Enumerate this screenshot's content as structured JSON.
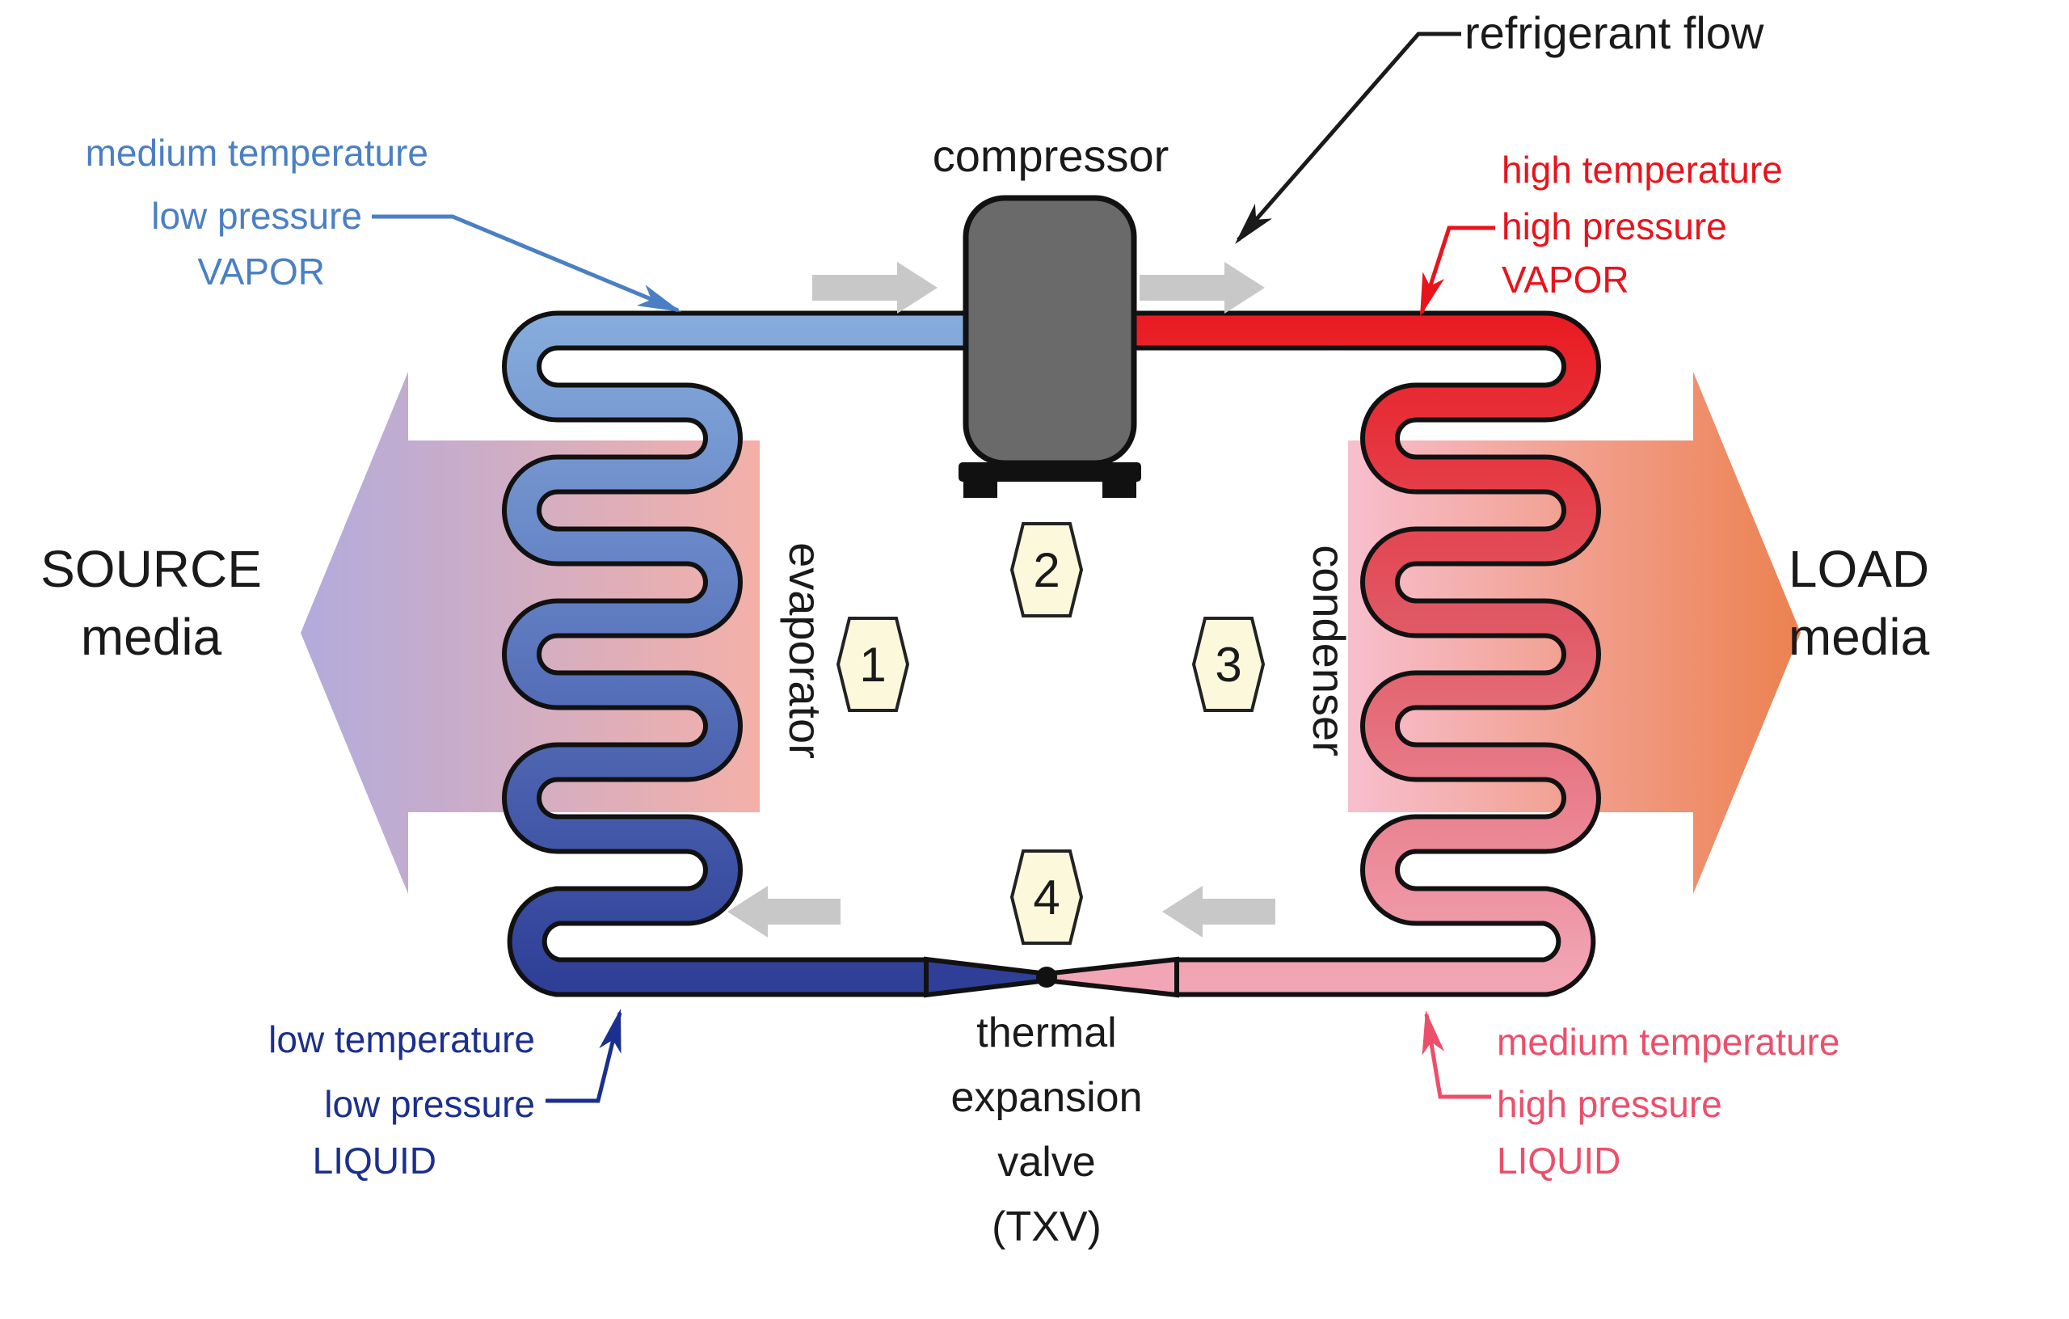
{
  "labels": {
    "refrigerant_flow": "refrigerant flow",
    "compressor": "compressor",
    "evaporator": "evaporator",
    "condenser": "condenser",
    "txv_line1": "thermal",
    "txv_line2": "expansion",
    "txv_line3": "valve",
    "txv_line4": "(TXV)"
  },
  "states": {
    "suction": {
      "line1": "medium temperature",
      "line2": "low pressure",
      "line3": "VAPOR"
    },
    "discharge": {
      "line1": "high temperature",
      "line2": "high pressure",
      "line3": "VAPOR"
    },
    "liquid_low": {
      "line1": "low temperature",
      "line2": "low pressure",
      "line3": "LIQUID"
    },
    "liquid_medium": {
      "line1": "medium temperature",
      "line2": "high pressure",
      "line3": "LIQUID"
    }
  },
  "media": {
    "source_line1": "SOURCE",
    "source_line2": "media",
    "load_line1": "LOAD",
    "load_line2": "media"
  },
  "cycle_points": [
    "1",
    "2",
    "3",
    "4"
  ],
  "colors": {
    "text_black": "#1a1a1a",
    "suction_label": "#4a7fc4",
    "discharge_label": "#e8141c",
    "liquid_low_label": "#1b2f8e",
    "liquid_medium_label": "#ec4f6b",
    "evap_pipe_top": "#86acdc",
    "evap_pipe_mid": "#5b76bd",
    "evap_pipe_bottom": "#2f3f97",
    "cond_pipe_top": "#ea1b22",
    "cond_pipe_mid": "#e05864",
    "cond_pipe_bottom": "#f2a6b5",
    "source_arrow_tip": "#b2abdc",
    "source_arrow_tail": "#f4b0a8",
    "load_arrow_tail": "#f7bfce",
    "load_arrow_tip": "#ec8150",
    "compressor_body": "#6a6a6a",
    "compressor_base": "#111111",
    "gray_arrow": "#c8c8c8",
    "hexagon_fill": "#fbf8dc",
    "pipe_outline": "#111111"
  }
}
